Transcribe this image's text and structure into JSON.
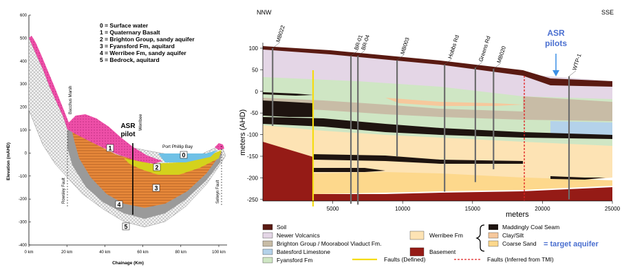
{
  "left_panel": {
    "key_items": [
      "0 = Surface water",
      "1 = Quaternary Basalt",
      "2 = Brighton Group, sandy aquifer",
      "3 = Fyansford Fm, aquitard",
      "4 = Werribee Fm, sandy aquifer",
      "5 = Bedrock, aquitard"
    ],
    "y_axis_label": "Elevation (mAHD)",
    "x_axis_label": "Chainage (Km)",
    "y_ticks": [
      "600",
      "500",
      "400",
      "300",
      "200",
      "100",
      "0",
      "-100",
      "-200",
      "-300",
      "-400"
    ],
    "x_ticks": [
      "0 km",
      "20 km",
      "40 km",
      "60 km",
      "80 km",
      "100 km"
    ],
    "place_labels": {
      "bacchus": "Bacchus Marsh",
      "werribee": "Werribee",
      "port_phillip": "Port Phillip Bay",
      "rowsley": "Rowsley Fault",
      "selwyn": "Selwyn Fault"
    },
    "asr_label_line1": "ASR",
    "asr_label_line2": "pilot",
    "unit_numbers": [
      "0",
      "1",
      "2",
      "3",
      "4",
      "5"
    ]
  },
  "right_panel": {
    "direction_left": "NNW",
    "direction_right": "SSE",
    "asr_label_line1": "ASR",
    "asr_label_line2": "pilots",
    "y_axis_label": "meters (AHD)",
    "x_axis_label": "meters",
    "y_ticks": [
      "100",
      "50",
      "0",
      "-50",
      "-100",
      "-150",
      "-200",
      "-250"
    ],
    "x_ticks": [
      "5000",
      "10000",
      "15000",
      "20000",
      "25000"
    ],
    "bores": [
      "MB022",
      "BR-01",
      "BR-04",
      "MB003",
      "Hobbs Rd",
      "Greens Rd",
      "MB020",
      "WTP-1"
    ],
    "legend": {
      "soil": "Soil",
      "newer_volcanics": "Newer Volcanics",
      "brighton": "Brighton Group / Moorabool Viaduct Fm.",
      "batesford": "Batesford Limestone",
      "fyansford": "Fyansford Fm",
      "werribee": "Werribee Fm",
      "basement": "Basement",
      "coal": "Maddingly Coal Seam",
      "clay": "Clay/Silt",
      "sand": "Coarse Sand",
      "target": "= target aquifer",
      "faults_defined": "Faults (Defined)",
      "faults_inferred": "Faults (Inferred from TMI)"
    }
  },
  "colors": {
    "soil": "#5a1a12",
    "newer_volcanics": "#e4d6e6",
    "brighton": "#c8bca6",
    "batesford": "#b4d2ea",
    "fyansford": "#cfe6c4",
    "werribee": "#fde3b4",
    "coal": "#1e1410",
    "clay": "#f6c89c",
    "sand": "#fdd88c",
    "basement": "#951b16",
    "asr_blue": "#4a6fd0",
    "fault_yellow": "#f5dc10",
    "fault_red": "#e02020"
  }
}
